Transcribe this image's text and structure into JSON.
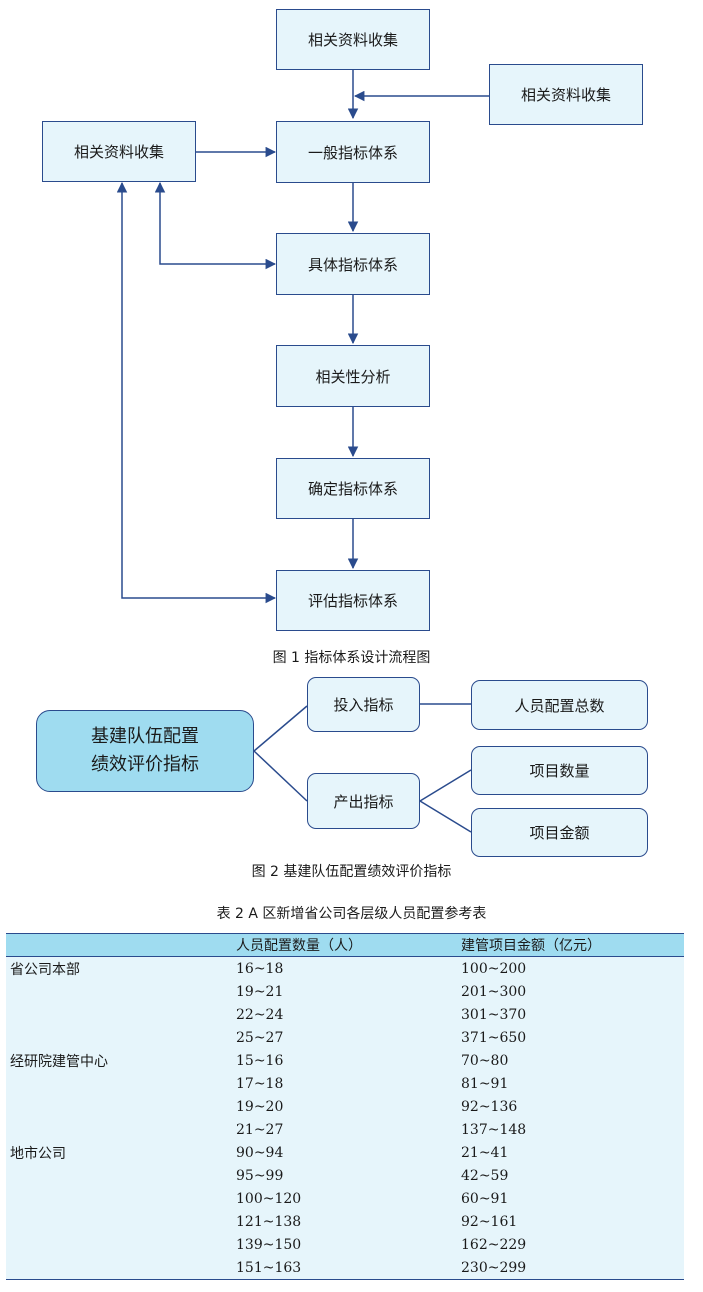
{
  "figure1": {
    "top": "相关资料收集",
    "right": "相关资料收集",
    "left": "相关资料收集",
    "general": "一般指标体系",
    "specific": "具体指标体系",
    "correlation": "相关性分析",
    "determine": "确定指标体系",
    "evaluate": "评估指标体系",
    "caption": "图 1 指标体系设计流程图"
  },
  "figure2": {
    "root_line1": "基建队伍配置",
    "root_line2": "绩效评价指标",
    "input": "投入指标",
    "output": "产出指标",
    "staff_total": "人员配置总数",
    "project_count": "项目数量",
    "project_amount": "项目金额",
    "caption": "图 2  基建队伍配置绩效评价指标"
  },
  "table": {
    "caption": "表 2  A 区新增省公司各层级人员配置参考表",
    "headers": [
      "",
      "人员配置数量（人）",
      "建管项目金额（亿元）"
    ],
    "rows": [
      [
        "省公司本部",
        "16~18",
        "100~200"
      ],
      [
        "",
        "19~21",
        "201~300"
      ],
      [
        "",
        "22~24",
        "301~370"
      ],
      [
        "",
        "25~27",
        "371~650"
      ],
      [
        "经研院建管中心",
        "15~16",
        "70~80"
      ],
      [
        "",
        "17~18",
        "81~91"
      ],
      [
        "",
        "19~20",
        "92~136"
      ],
      [
        "",
        "21~27",
        "137~148"
      ],
      [
        "地市公司",
        "90~94",
        "21~41"
      ],
      [
        "",
        "95~99",
        "42~59"
      ],
      [
        "",
        "100~120",
        "60~91"
      ],
      [
        "",
        "121~138",
        "92~161"
      ],
      [
        "",
        "139~150",
        "162~229"
      ],
      [
        "",
        "151~163",
        "230~299"
      ]
    ]
  },
  "colors": {
    "line": "#2a4b8d",
    "box_fill": "#e6f5fb",
    "accent_fill": "#9fdcf0"
  }
}
